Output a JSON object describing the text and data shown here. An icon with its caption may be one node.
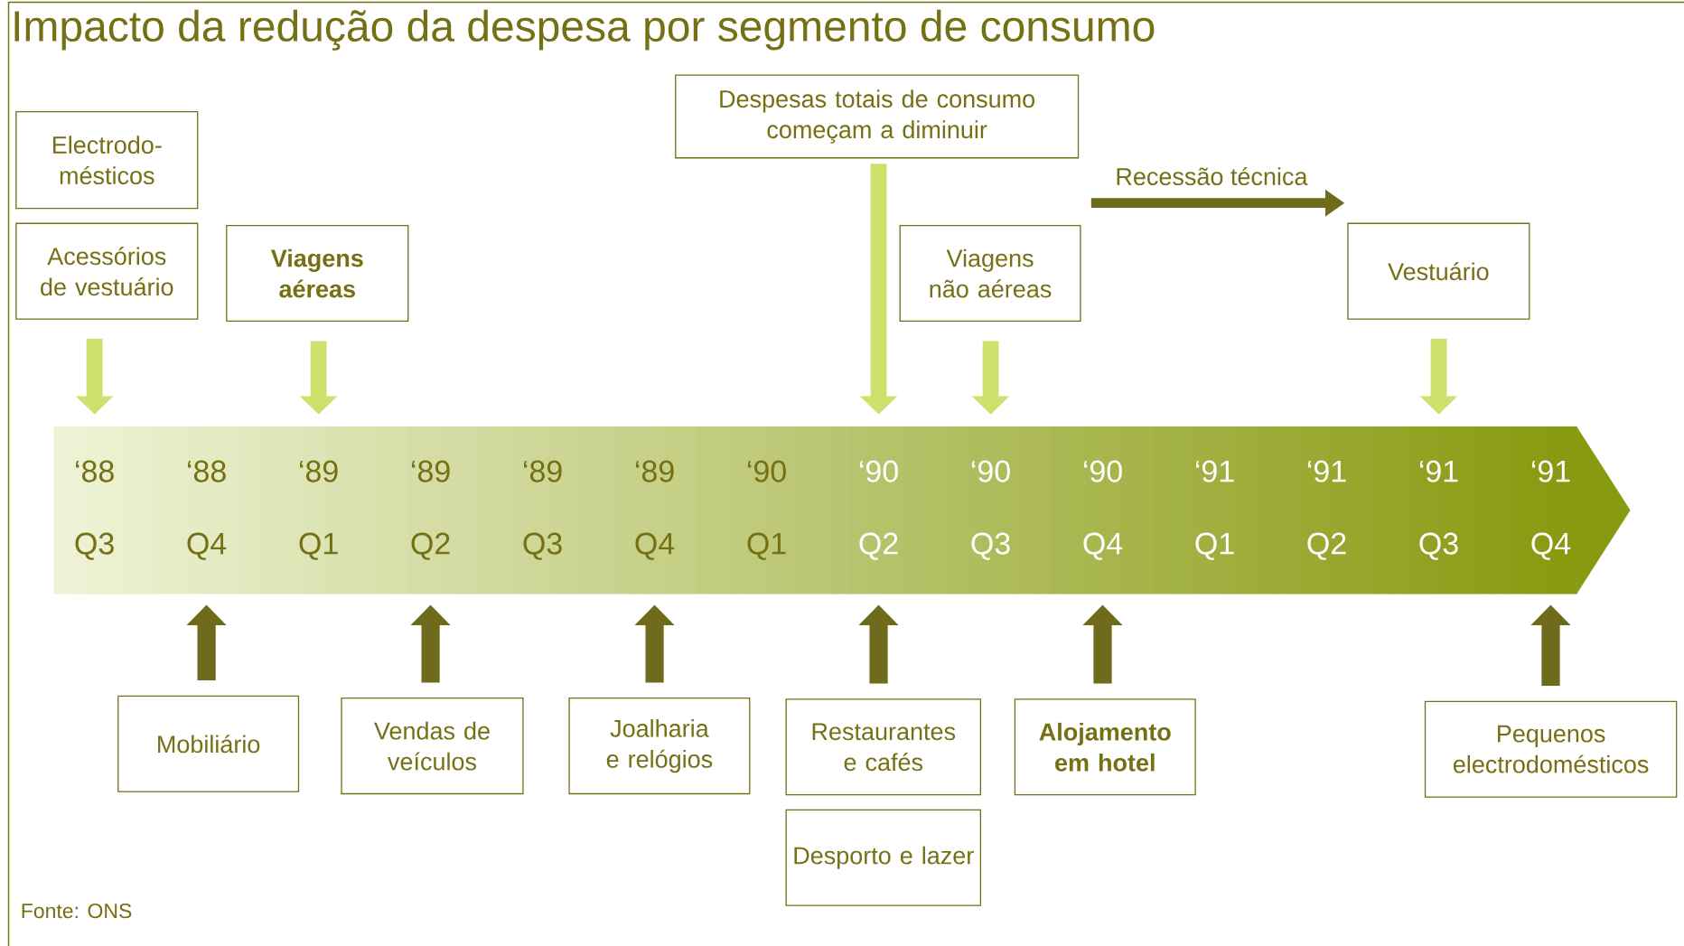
{
  "diagram": {
    "title": "Impacto da redução da despesa por segmento de consumo",
    "nodes": [
      {
        "text": [
          "Electrodo- mésticos"
        ]
      },
      {
        "text": [
          "Acessórios de vestuário"
        ]
      },
      {
        "text": [
          "Viagens aéreas"
        ]
      },
      {
        "text": [
          "Despesas totais de consumo começam a diminuir"
        ]
      },
      {
        "text": [
          "Viagens não aéreas"
        ]
      },
      {
        "text": [
          "Vestuário"
        ]
      },
      {
        "text": [
          "Mobiliário"
        ]
      },
      {
        "text": [
          "Vendas de veículos"
        ]
      },
      {
        "text": [
          "Joalharia e relógios"
        ]
      },
      {
        "text": [
          "Restaurantes e cafés"
        ]
      },
      {
        "text": [
          "Desporto e lazer"
        ]
      },
      {
        "text": [
          "Alojamento em hotel"
        ]
      },
      {
        "text": [
          "Pequenos electrodomésticos"
        ]
      },
      {
        "text": [],
        "shape": "arrow"
      },
      {
        "text": [
          "‘88 Q3"
        ],
        "in": 13
      },
      {
        "text": [
          "‘88 Q4"
        ],
        "in": 13
      },
      {
        "text": [
          "‘89 Q1"
        ],
        "in": 13
      },
      {
        "text": [
          "‘89 Q2"
        ],
        "in": 13
      },
      {
        "text": [
          "‘89 Q3"
        ],
        "in": 13
      },
      {
        "text": [
          "‘89 Q4"
        ],
        "in": 13
      },
      {
        "text": [
          "‘90 Q1"
        ],
        "in": 13
      },
      {
        "text": [
          "‘90 Q2"
        ],
        "in": 13
      },
      {
        "text": [
          "‘90 Q3"
        ],
        "in": 13
      },
      {
        "text": [
          "‘90 Q4"
        ],
        "in": 13
      },
      {
        "text": [
          "‘91 Q1"
        ],
        "in": 13
      },
      {
        "text": [
          "‘91 Q2"
        ],
        "in": 13
      },
      {
        "text": [
          "‘91 Q3"
        ],
        "in": 13
      },
      {
        "text": [
          "‘91 Q4"
        ],
        "in": 13
      }
    ],
    "edges": [
      {
        "from": 1,
        "to": 14,
        "arrow": "to",
        "color": "#cde26d"
      },
      {
        "from": 2,
        "to": 16,
        "arrow": "to",
        "color": "#cde26d"
      },
      {
        "from": 3,
        "to": 21,
        "arrow": "to",
        "color": "#cde26d"
      },
      {
        "from": 4,
        "to": 22,
        "arrow": "to",
        "color": "#cde26d"
      },
      {
        "from": 5,
        "to": 26,
        "arrow": "to",
        "color": "#cde26d"
      },
      {
        "from": 6,
        "to": 15,
        "arrow": "to",
        "color": "#6e6b1c"
      },
      {
        "from": 7,
        "to": 17,
        "arrow": "to",
        "color": "#6e6b1c"
      },
      {
        "from": 8,
        "to": 19,
        "arrow": "to",
        "color": "#6e6b1c"
      },
      {
        "from": 9,
        "to": 21,
        "arrow": "to",
        "color": "#6e6b1c"
      },
      {
        "from": 11,
        "to": 23,
        "arrow": "to",
        "color": "#6e6b1c"
      },
      {
        "from": 12,
        "to": 27,
        "arrow": "to",
        "color": "#6e6b1c"
      }
    ],
    "labels": [
      "Recessão técnica",
      "Fonte: ONS"
    ]
  }
}
